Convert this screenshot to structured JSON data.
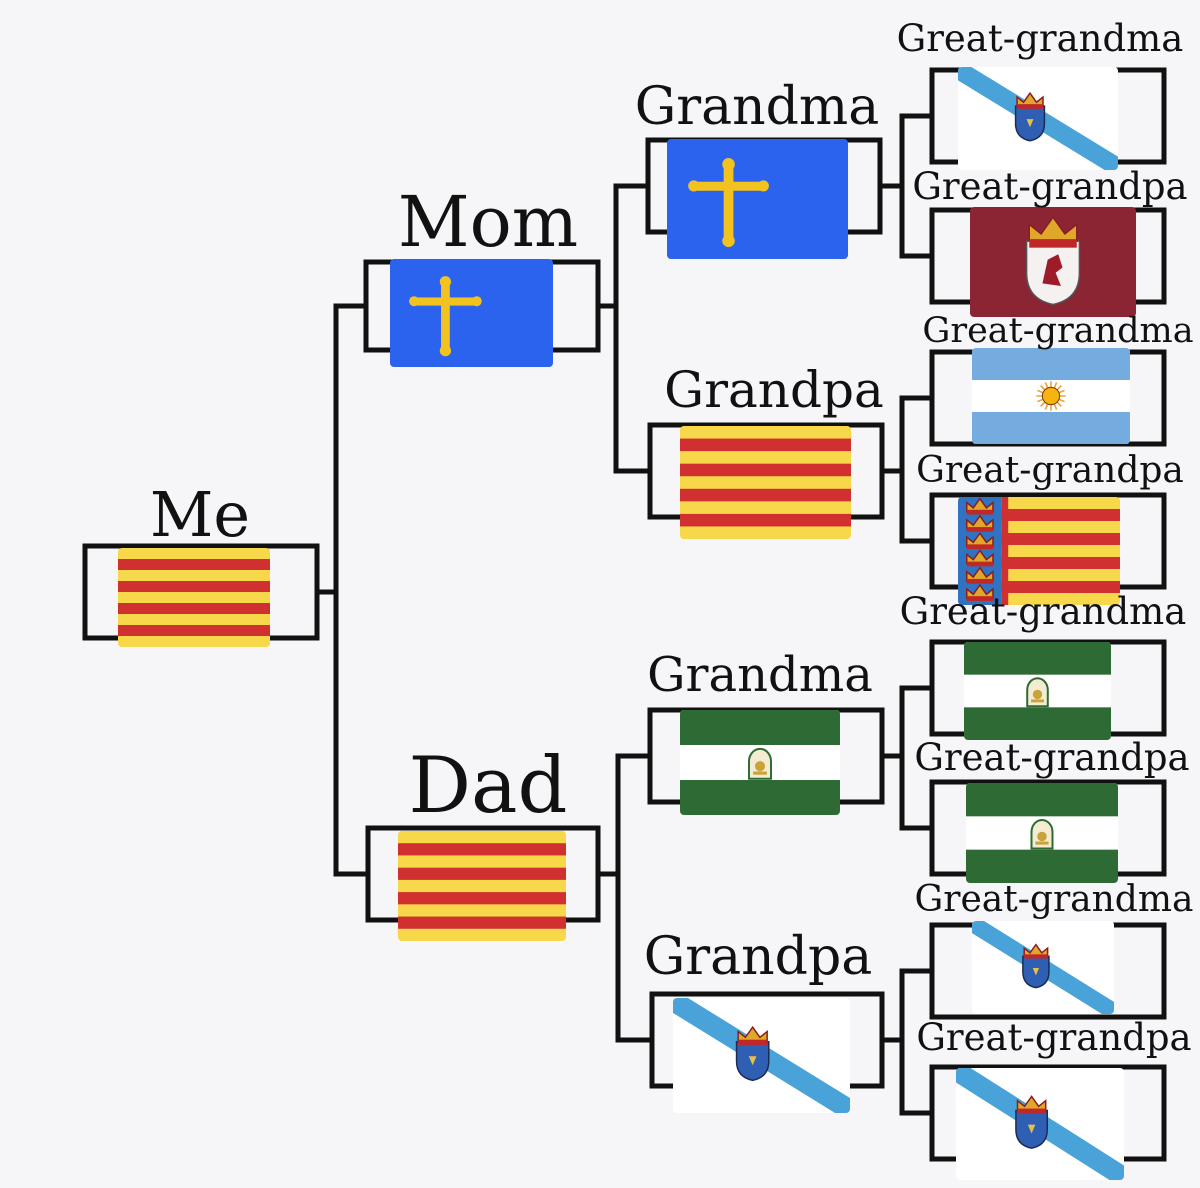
{
  "title": "",
  "people": [
    {
      "id": "me",
      "label": "Me",
      "flag": "catalonia"
    },
    {
      "id": "mom",
      "label": "Mom",
      "flag": "asturias"
    },
    {
      "id": "dad",
      "label": "Dad",
      "flag": "catalonia"
    },
    {
      "id": "mom-grandma",
      "label": "Grandma",
      "flag": "asturias"
    },
    {
      "id": "mom-grandpa",
      "label": "Grandpa",
      "flag": "catalonia"
    },
    {
      "id": "dad-grandma",
      "label": "Grandma",
      "flag": "andalusia"
    },
    {
      "id": "dad-grandpa",
      "label": "Grandpa",
      "flag": "galicia"
    },
    {
      "id": "ggm-1",
      "label": "Great-grandma",
      "flag": "galicia"
    },
    {
      "id": "ggp-1",
      "label": "Great-grandpa",
      "flag": "leon"
    },
    {
      "id": "ggm-2",
      "label": "Great-grandma",
      "flag": "argentina"
    },
    {
      "id": "ggp-2",
      "label": "Great-grandpa",
      "flag": "valencia"
    },
    {
      "id": "ggm-3",
      "label": "Great-grandma",
      "flag": "andalusia"
    },
    {
      "id": "ggp-3",
      "label": "Great-grandpa",
      "flag": "andalusia"
    },
    {
      "id": "ggm-4",
      "label": "Great-grandma",
      "flag": "galicia"
    },
    {
      "id": "ggp-4",
      "label": "Great-grandpa",
      "flag": "galicia"
    }
  ],
  "colors": {
    "line": "#111111",
    "background": "#f6f5f8",
    "asturias_blue": "#2b62ee",
    "asturias_gold": "#f2c21f",
    "senyera_red": "#d0302f",
    "senyera_yellow": "#f7d84a",
    "galicia_blue": "#4aa3d8",
    "andalusia_green": "#2e6b34",
    "leon_maroon": "#8b2433",
    "argentina_blue": "#74acdf",
    "valencia_blue": "#2f73c2"
  }
}
